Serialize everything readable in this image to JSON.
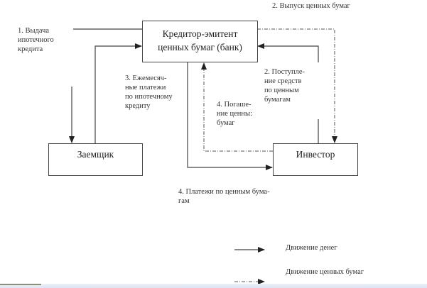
{
  "nodes": {
    "creditor": {
      "label_line1": "Кредитор-эмитент",
      "label_line2": "ценных бумаг (банк)"
    },
    "borrower": {
      "label": "Заемщик"
    },
    "investor": {
      "label": "Инвестор"
    }
  },
  "edges": {
    "issue_credit": "1. Выдача\nипотечного\nкредита",
    "issue_securities": "2. Выпуск ценных бумаг",
    "funds_receipt": "2. Поступле-\nние средств\nпо ценным\nбумагам",
    "monthly_payments": "3. Ежемесяч-\nные платежи\nпо ипотечному\nкредиту",
    "redemption": "4. Погаше-\nние ценны:\nбумаг",
    "security_payments": "4. Платежи по ценным бума-\nгам"
  },
  "legend": {
    "money": "Движение денег",
    "securities": "Движение ценных бумаг"
  },
  "colors": {
    "line": "#333333",
    "text": "#333333"
  }
}
